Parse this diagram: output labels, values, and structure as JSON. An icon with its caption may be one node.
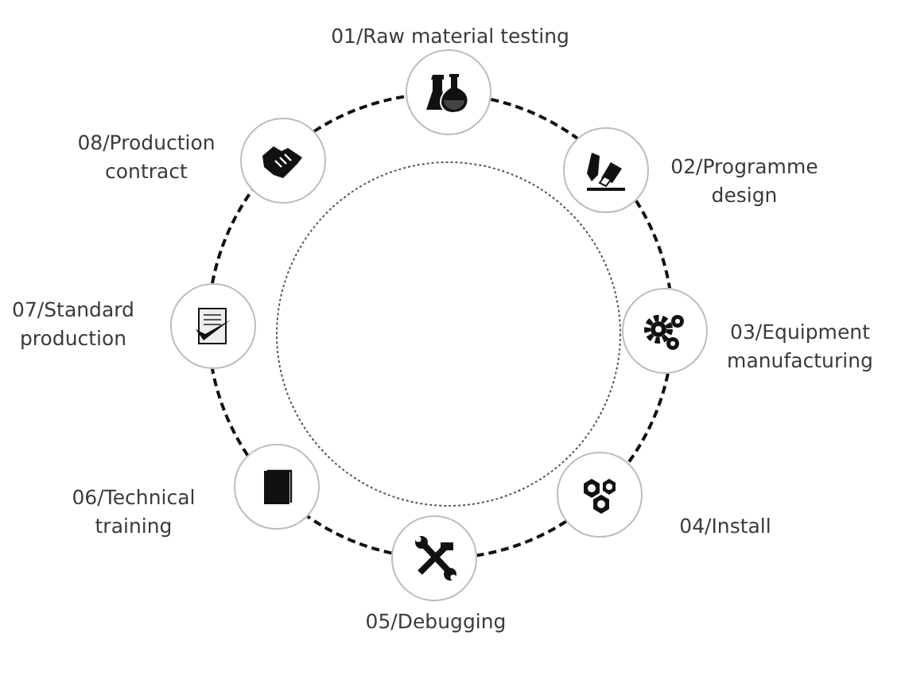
{
  "diagram": {
    "nodes": [
      {
        "text": [
          "01/Raw material testing"
        ]
      },
      {
        "text": [
          "02/Programme design"
        ]
      },
      {
        "text": [
          "03/Equipment manufacturing"
        ]
      },
      {
        "text": [
          "04/Install"
        ]
      },
      {
        "text": [
          "05/Debugging"
        ]
      },
      {
        "text": [
          "06/Technical training"
        ]
      },
      {
        "text": [
          "07/Standard production"
        ]
      },
      {
        "text": [
          "08/Production contract"
        ]
      },
      {
        "text": [],
        "shape": "circle"
      }
    ],
    "edges": [
      {
        "from": 0,
        "to": 1,
        "arrow": "none",
        "style": "dashed"
      },
      {
        "from": 1,
        "to": 2,
        "arrow": "none",
        "style": "dashed"
      },
      {
        "from": 2,
        "to": 3,
        "arrow": "none",
        "style": "dashed"
      },
      {
        "from": 3,
        "to": 4,
        "arrow": "none",
        "style": "dashed"
      },
      {
        "from": 4,
        "to": 5,
        "arrow": "none",
        "style": "dashed"
      },
      {
        "from": 5,
        "to": 6,
        "arrow": "none",
        "style": "dashed"
      },
      {
        "from": 6,
        "to": 7,
        "arrow": "none",
        "style": "dashed"
      },
      {
        "from": 7,
        "to": 0,
        "arrow": "none",
        "style": "dashed"
      }
    ]
  }
}
